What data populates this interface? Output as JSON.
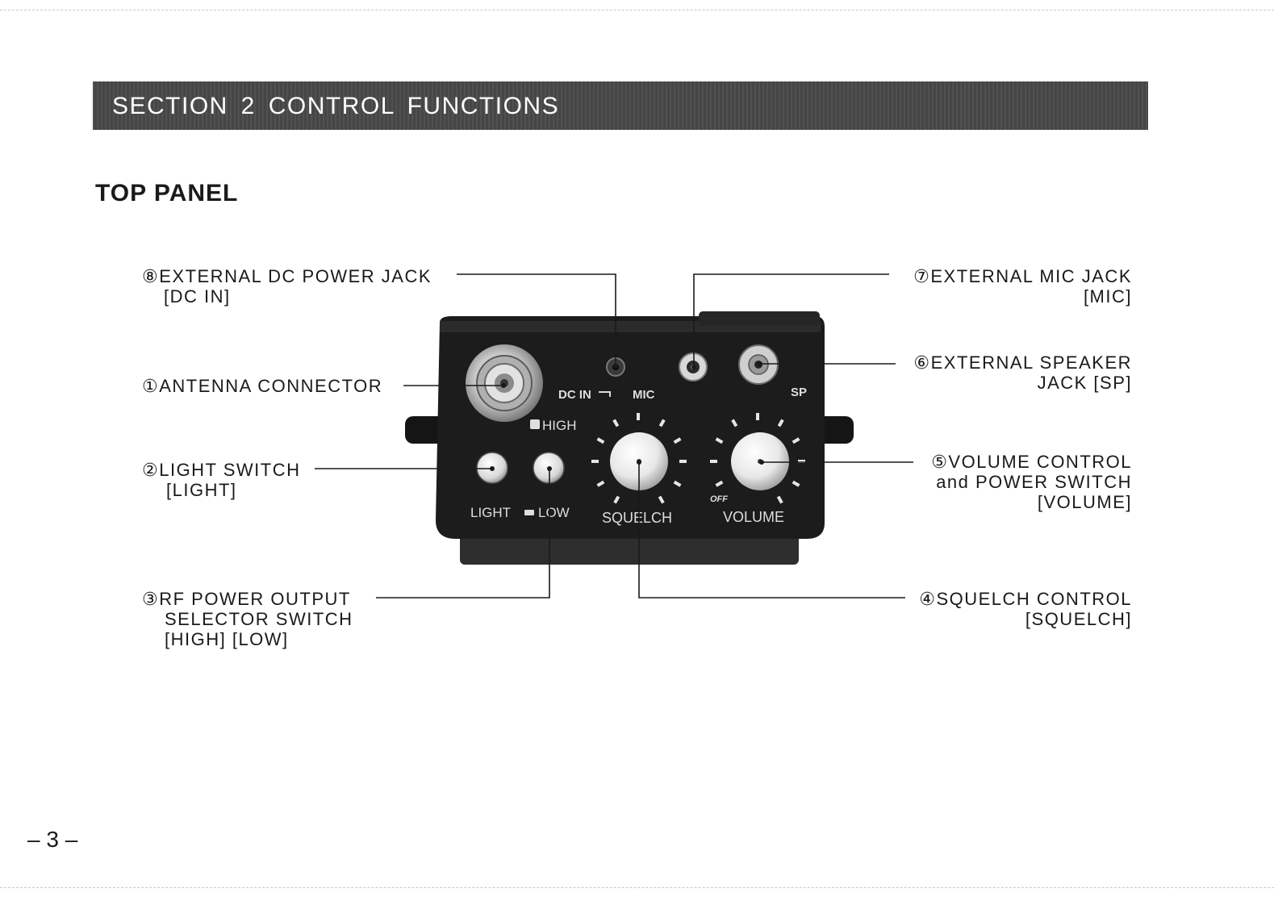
{
  "section_title": "SECTION  2  CONTROL  FUNCTIONS",
  "subheading": "TOP PANEL",
  "callouts": {
    "dc_power_jack": {
      "line1": "⑧EXTERNAL  DC  POWER  JACK",
      "line2": "[DC  IN]"
    },
    "antenna": {
      "line1": "①ANTENNA  CONNECTOR"
    },
    "light_switch": {
      "line1": "②LIGHT  SWITCH",
      "line2": "[LIGHT]"
    },
    "rf_power": {
      "line1": "③RF  POWER  OUTPUT",
      "line2": "SELECTOR  SWITCH",
      "line3": "[HIGH]  [LOW]"
    },
    "mic_jack": {
      "line1": "⑦EXTERNAL  MIC  JACK",
      "line2": "[MIC]"
    },
    "speaker_jack": {
      "line1": "⑥EXTERNAL  SPEAKER",
      "line2": "JACK  [SP]"
    },
    "volume": {
      "line1": "⑤VOLUME  CONTROL",
      "line2": "and  POWER  SWITCH",
      "line3": "[VOLUME]"
    },
    "squelch": {
      "line1": "④SQUELCH  CONTROL",
      "line2": "[SQUELCH]"
    }
  },
  "panel_labels": {
    "dc_in": "DC IN",
    "mic": "MIC",
    "sp": "SP",
    "high": "HIGH",
    "light": "LIGHT",
    "low": "LOW",
    "squelch": "SQUELCH",
    "off": "OFF",
    "volume": "VOLUME"
  },
  "page_number": "– 3 –"
}
